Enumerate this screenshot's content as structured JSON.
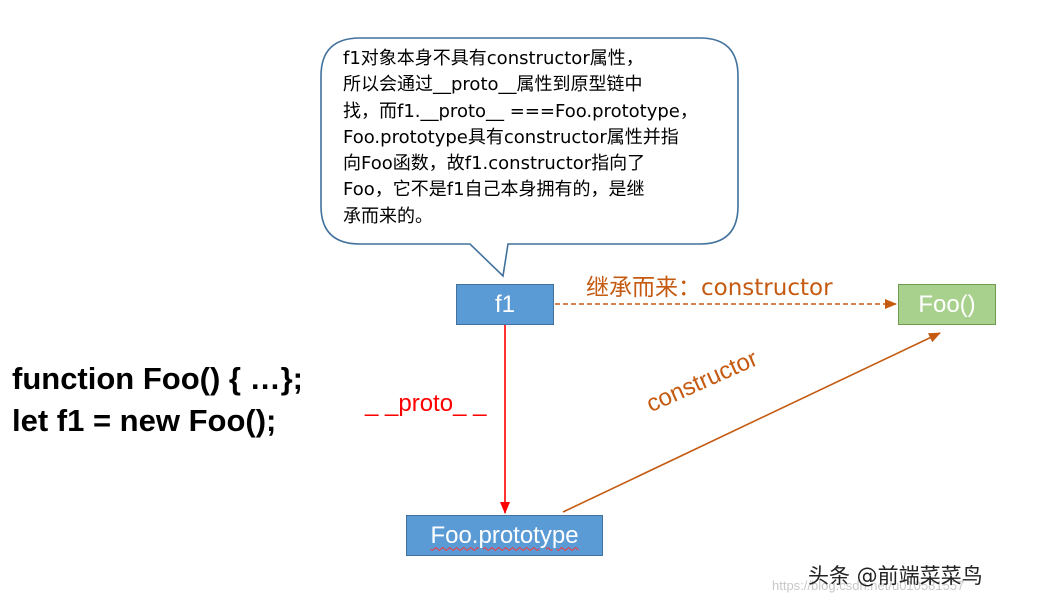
{
  "callout": {
    "lines": [
      "f1对象本身不具有constructor属性，",
      "所以会通过__proto__属性到原型链中",
      "找，而f1.__proto__ ===Foo.prototype，",
      "Foo.prototype具有constructor属性并指",
      "向Foo函数，故f1.constructor指向了",
      "Foo，它不是f1自己本身拥有的，是继",
      "承而来的。"
    ]
  },
  "nodes": {
    "f1": "f1",
    "foo": "Foo()",
    "foo_prototype": "Foo.prototype"
  },
  "code": {
    "line1": "function Foo() { …};",
    "line2": "let f1 = new Foo();"
  },
  "edges": {
    "inherited_constructor": "继承而来：constructor",
    "proto": "_ _proto_ _",
    "constructor": "constructor"
  },
  "watermark": {
    "text": "头条 @前端菜菜鸟",
    "url": "https://blog.csdn.net/u010581557"
  },
  "colors": {
    "node_blue": "#5b9bd5",
    "node_green": "#a9d18e",
    "inherit_orange": "#c55a11",
    "proto_red": "#ff0000",
    "callout_border": "#41719c"
  }
}
